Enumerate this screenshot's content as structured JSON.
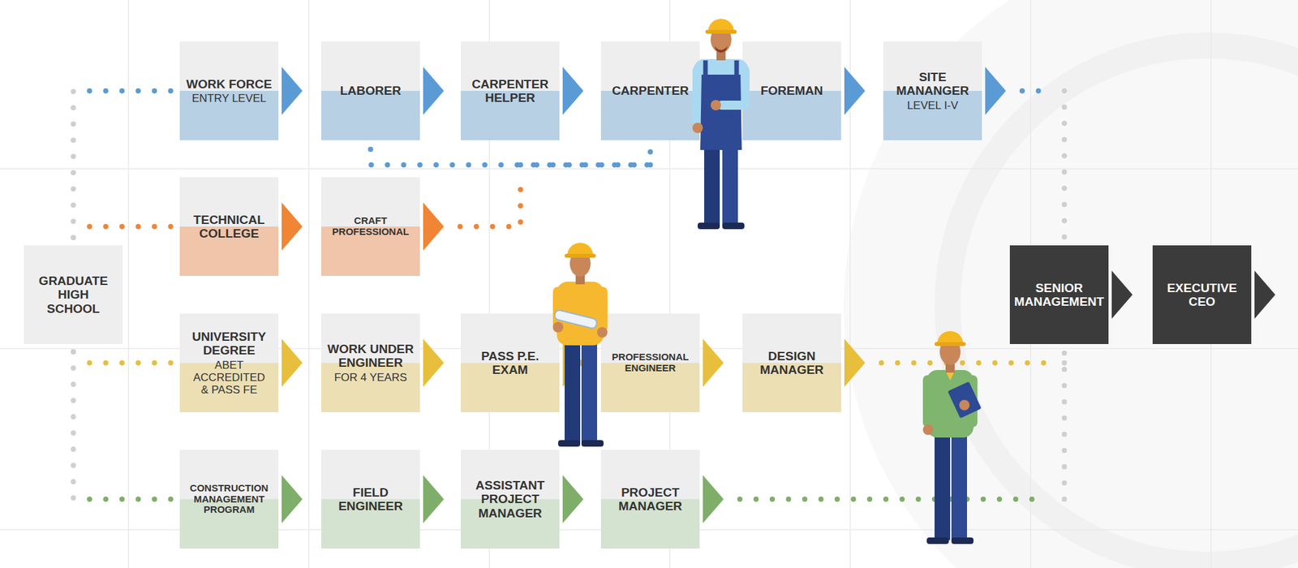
{
  "diagram": {
    "nodes": [
      {
        "text": [
          "GRADUATE HIGH SCHOOL"
        ]
      },
      {
        "text": [
          "WORK FORCE",
          "ENTRY LEVEL"
        ]
      },
      {
        "text": [
          "LABORER"
        ]
      },
      {
        "text": [
          "CARPENTER HELPER"
        ]
      },
      {
        "text": [
          "CARPENTER"
        ]
      },
      {
        "text": [
          "FOREMAN"
        ]
      },
      {
        "text": [
          "SITE MANANGER",
          "LEVEL I-V"
        ]
      },
      {
        "text": [
          "TECHNICAL COLLEGE"
        ]
      },
      {
        "text": [
          "CRAFT PROFESSIONAL"
        ]
      },
      {
        "text": [
          "UNIVERSITY DEGREE",
          "ABET ACCREDITED & PASS FE"
        ]
      },
      {
        "text": [
          "WORK UNDER ENGINEER",
          "FOR 4 YEARS"
        ]
      },
      {
        "text": [
          "PASS P.E. EXAM"
        ]
      },
      {
        "text": [
          "PROFESSIONAL ENGINEER"
        ]
      },
      {
        "text": [
          "DESIGN MANAGER"
        ]
      },
      {
        "text": [
          "CONSTRUCTION MANAGEMENT PROGRAM"
        ]
      },
      {
        "text": [
          "FIELD ENGINEER"
        ]
      },
      {
        "text": [
          "ASSISTANT PROJECT MANAGER"
        ]
      },
      {
        "text": [
          "PROJECT MANAGER"
        ]
      },
      {
        "text": [
          "SENIOR MANAGEMENT"
        ]
      },
      {
        "text": [
          "EXECUTIVE CEO"
        ]
      }
    ],
    "edges": [
      {
        "from": 0,
        "to": 1,
        "arrow": "none"
      },
      {
        "from": 1,
        "to": 2,
        "arrow": "to"
      },
      {
        "from": 2,
        "to": 3,
        "arrow": "to"
      },
      {
        "from": 3,
        "to": 4,
        "arrow": "to"
      },
      {
        "from": 4,
        "to": 5,
        "arrow": "to"
      },
      {
        "from": 5,
        "to": 6,
        "arrow": "to"
      },
      {
        "from": 6,
        "to": 18,
        "arrow": "to"
      },
      {
        "from": 2,
        "to": 4,
        "arrow": "none"
      },
      {
        "from": 0,
        "to": 7,
        "arrow": "none"
      },
      {
        "from": 7,
        "to": 8,
        "arrow": "to"
      },
      {
        "from": 8,
        "to": 4,
        "arrow": "to"
      },
      {
        "from": 0,
        "to": 9,
        "arrow": "none"
      },
      {
        "from": 9,
        "to": 10,
        "arrow": "to"
      },
      {
        "from": 10,
        "to": 11,
        "arrow": "to"
      },
      {
        "from": 11,
        "to": 12,
        "arrow": "to"
      },
      {
        "from": 12,
        "to": 13,
        "arrow": "to"
      },
      {
        "from": 13,
        "to": 18,
        "arrow": "to"
      },
      {
        "from": 0,
        "to": 14,
        "arrow": "none"
      },
      {
        "from": 14,
        "to": 15,
        "arrow": "to"
      },
      {
        "from": 15,
        "to": 16,
        "arrow": "to"
      },
      {
        "from": 16,
        "to": 17,
        "arrow": "to"
      },
      {
        "from": 17,
        "to": 18,
        "arrow": "to"
      },
      {
        "from": 18,
        "to": 19,
        "arrow": "to"
      }
    ]
  }
}
